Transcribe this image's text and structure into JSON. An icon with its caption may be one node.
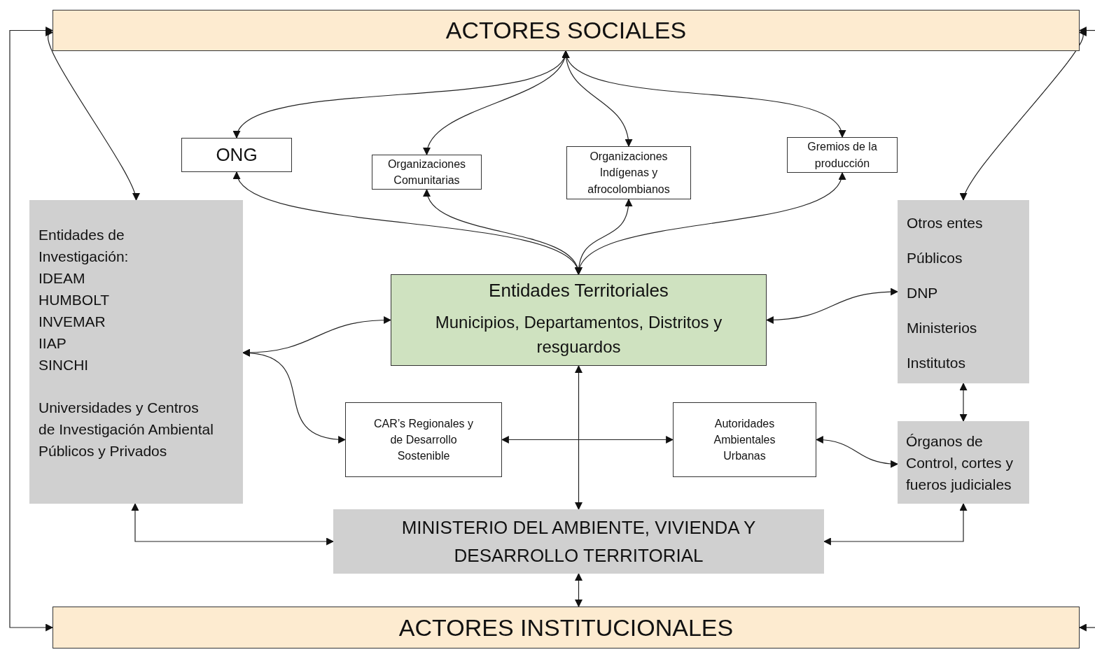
{
  "diagram": {
    "nodes": [
      {
        "text": [
          "ACTORES SOCIALES"
        ]
      },
      {
        "text": [
          "ONG"
        ]
      },
      {
        "text": [
          "Organizaciones Comunitarias"
        ]
      },
      {
        "text": [
          "Organizaciones Indígenas y afrocolombianos"
        ]
      },
      {
        "text": [
          "Gremios de la producción"
        ]
      },
      {
        "text": [
          "Entidades de Investigación:",
          "IDEAM",
          "HUMBOLT",
          "INVEMAR",
          "IIAP",
          "SINCHI",
          "Universidades y Centros de Investigación Ambiental Públicos y Privados"
        ]
      },
      {
        "text": [
          "Entidades Territoriales",
          "Municipios, Departamentos, Distritos y resguardos"
        ]
      },
      {
        "text": [
          "Otros entes",
          "Públicos",
          "DNP",
          "Ministerios",
          "Institutos"
        ]
      },
      {
        "text": [
          "CAR’s Regionales y de Desarrollo Sostenible"
        ]
      },
      {
        "text": [
          "Autoridades Ambientales Urbanas"
        ]
      },
      {
        "text": [
          "Órganos de Control, cortes y fueros judiciales"
        ]
      },
      {
        "text": [
          "MINISTERIO DEL AMBIENTE, VIVIENDA Y DESARROLLO TERRITORIAL"
        ]
      },
      {
        "text": [
          "ACTORES INSTITUCIONALES"
        ]
      }
    ],
    "edges": [
      {
        "from": 0,
        "to": 1,
        "arrow": "both"
      },
      {
        "from": 0,
        "to": 2,
        "arrow": "both"
      },
      {
        "from": 0,
        "to": 3,
        "arrow": "both"
      },
      {
        "from": 0,
        "to": 4,
        "arrow": "both"
      },
      {
        "from": 6,
        "to": 1,
        "arrow": "both"
      },
      {
        "from": 6,
        "to": 2,
        "arrow": "both"
      },
      {
        "from": 6,
        "to": 3,
        "arrow": "both"
      },
      {
        "from": 6,
        "to": 4,
        "arrow": "both"
      },
      {
        "from": 0,
        "to": 5,
        "arrow": "both"
      },
      {
        "from": 0,
        "to": 7,
        "arrow": "both"
      },
      {
        "from": 12,
        "to": 0,
        "arrow": "both"
      },
      {
        "from": null,
        "to": 0,
        "arrow": "to"
      },
      {
        "from": null,
        "to": 12,
        "arrow": "to"
      },
      {
        "from": 5,
        "to": 6,
        "arrow": "both"
      },
      {
        "from": 5,
        "to": 8,
        "arrow": "both"
      },
      {
        "from": 6,
        "to": 7,
        "arrow": "both"
      },
      {
        "from": 8,
        "to": 9,
        "arrow": "both"
      },
      {
        "from": 6,
        "to": 11,
        "arrow": "both"
      },
      {
        "from": 9,
        "to": 10,
        "arrow": "both"
      },
      {
        "from": 7,
        "to": 10,
        "arrow": "both"
      },
      {
        "from": 5,
        "to": 11,
        "arrow": "both"
      },
      {
        "from": 11,
        "to": 10,
        "arrow": "both"
      },
      {
        "from": 11,
        "to": 12,
        "arrow": "both"
      }
    ]
  }
}
